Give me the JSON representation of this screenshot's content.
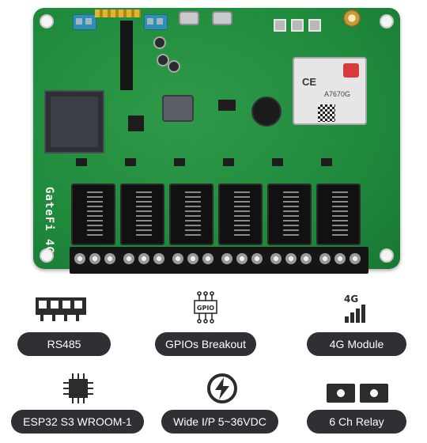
{
  "board": {
    "model_label": "GateFi 4G",
    "module_label": "A7670G"
  },
  "features": [
    {
      "label": "RS485",
      "icon": "rs485-terminal-icon"
    },
    {
      "label": "GPIOs Breakout",
      "icon": "gpio-icon",
      "icon_text": "GPIO"
    },
    {
      "label": "4G Module",
      "icon": "4g-signal-icon",
      "icon_text": "4G"
    },
    {
      "label": "ESP32 S3 WROOM-1",
      "icon": "chip-icon"
    },
    {
      "label": "Wide I/P 5~36VDC",
      "icon": "power-bolt-icon"
    },
    {
      "label": "6 Ch Relay",
      "icon": "relay-icon"
    }
  ],
  "colors": {
    "pill_bg": "#2f3033",
    "pill_text": "#ffffff",
    "pcb": "#1f8a3c",
    "icon": "#2c2c2c"
  }
}
